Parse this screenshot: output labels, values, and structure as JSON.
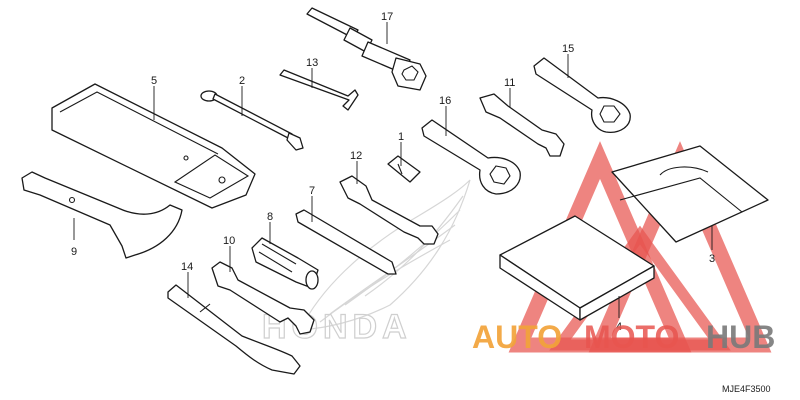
{
  "diagram": {
    "code": "MJE4F3500",
    "parts": [
      {
        "id": "p1",
        "ref": "1"
      },
      {
        "id": "p2",
        "ref": "2"
      },
      {
        "id": "p3",
        "ref": "3"
      },
      {
        "id": "p4",
        "ref": "4"
      },
      {
        "id": "p5",
        "ref": "5"
      },
      {
        "id": "p6",
        "ref": "7"
      },
      {
        "id": "p8",
        "ref": "8"
      },
      {
        "id": "p9",
        "ref": "9"
      },
      {
        "id": "p10",
        "ref": "10"
      },
      {
        "id": "p11",
        "ref": "11"
      },
      {
        "id": "p12",
        "ref": "12"
      },
      {
        "id": "p13",
        "ref": "13"
      },
      {
        "id": "p14",
        "ref": "14"
      },
      {
        "id": "p15",
        "ref": "15"
      },
      {
        "id": "p16",
        "ref": "16"
      },
      {
        "id": "p17",
        "ref": "17"
      }
    ]
  },
  "brand": {
    "honda_logo_text": "HONDA",
    "watermark": {
      "part1": "AUTO",
      "part2": "MOTO",
      "part3": "HUB"
    },
    "colors": {
      "red": "#e8554f",
      "orange": "#f2a33a",
      "gray": "#7a7a7a"
    }
  }
}
